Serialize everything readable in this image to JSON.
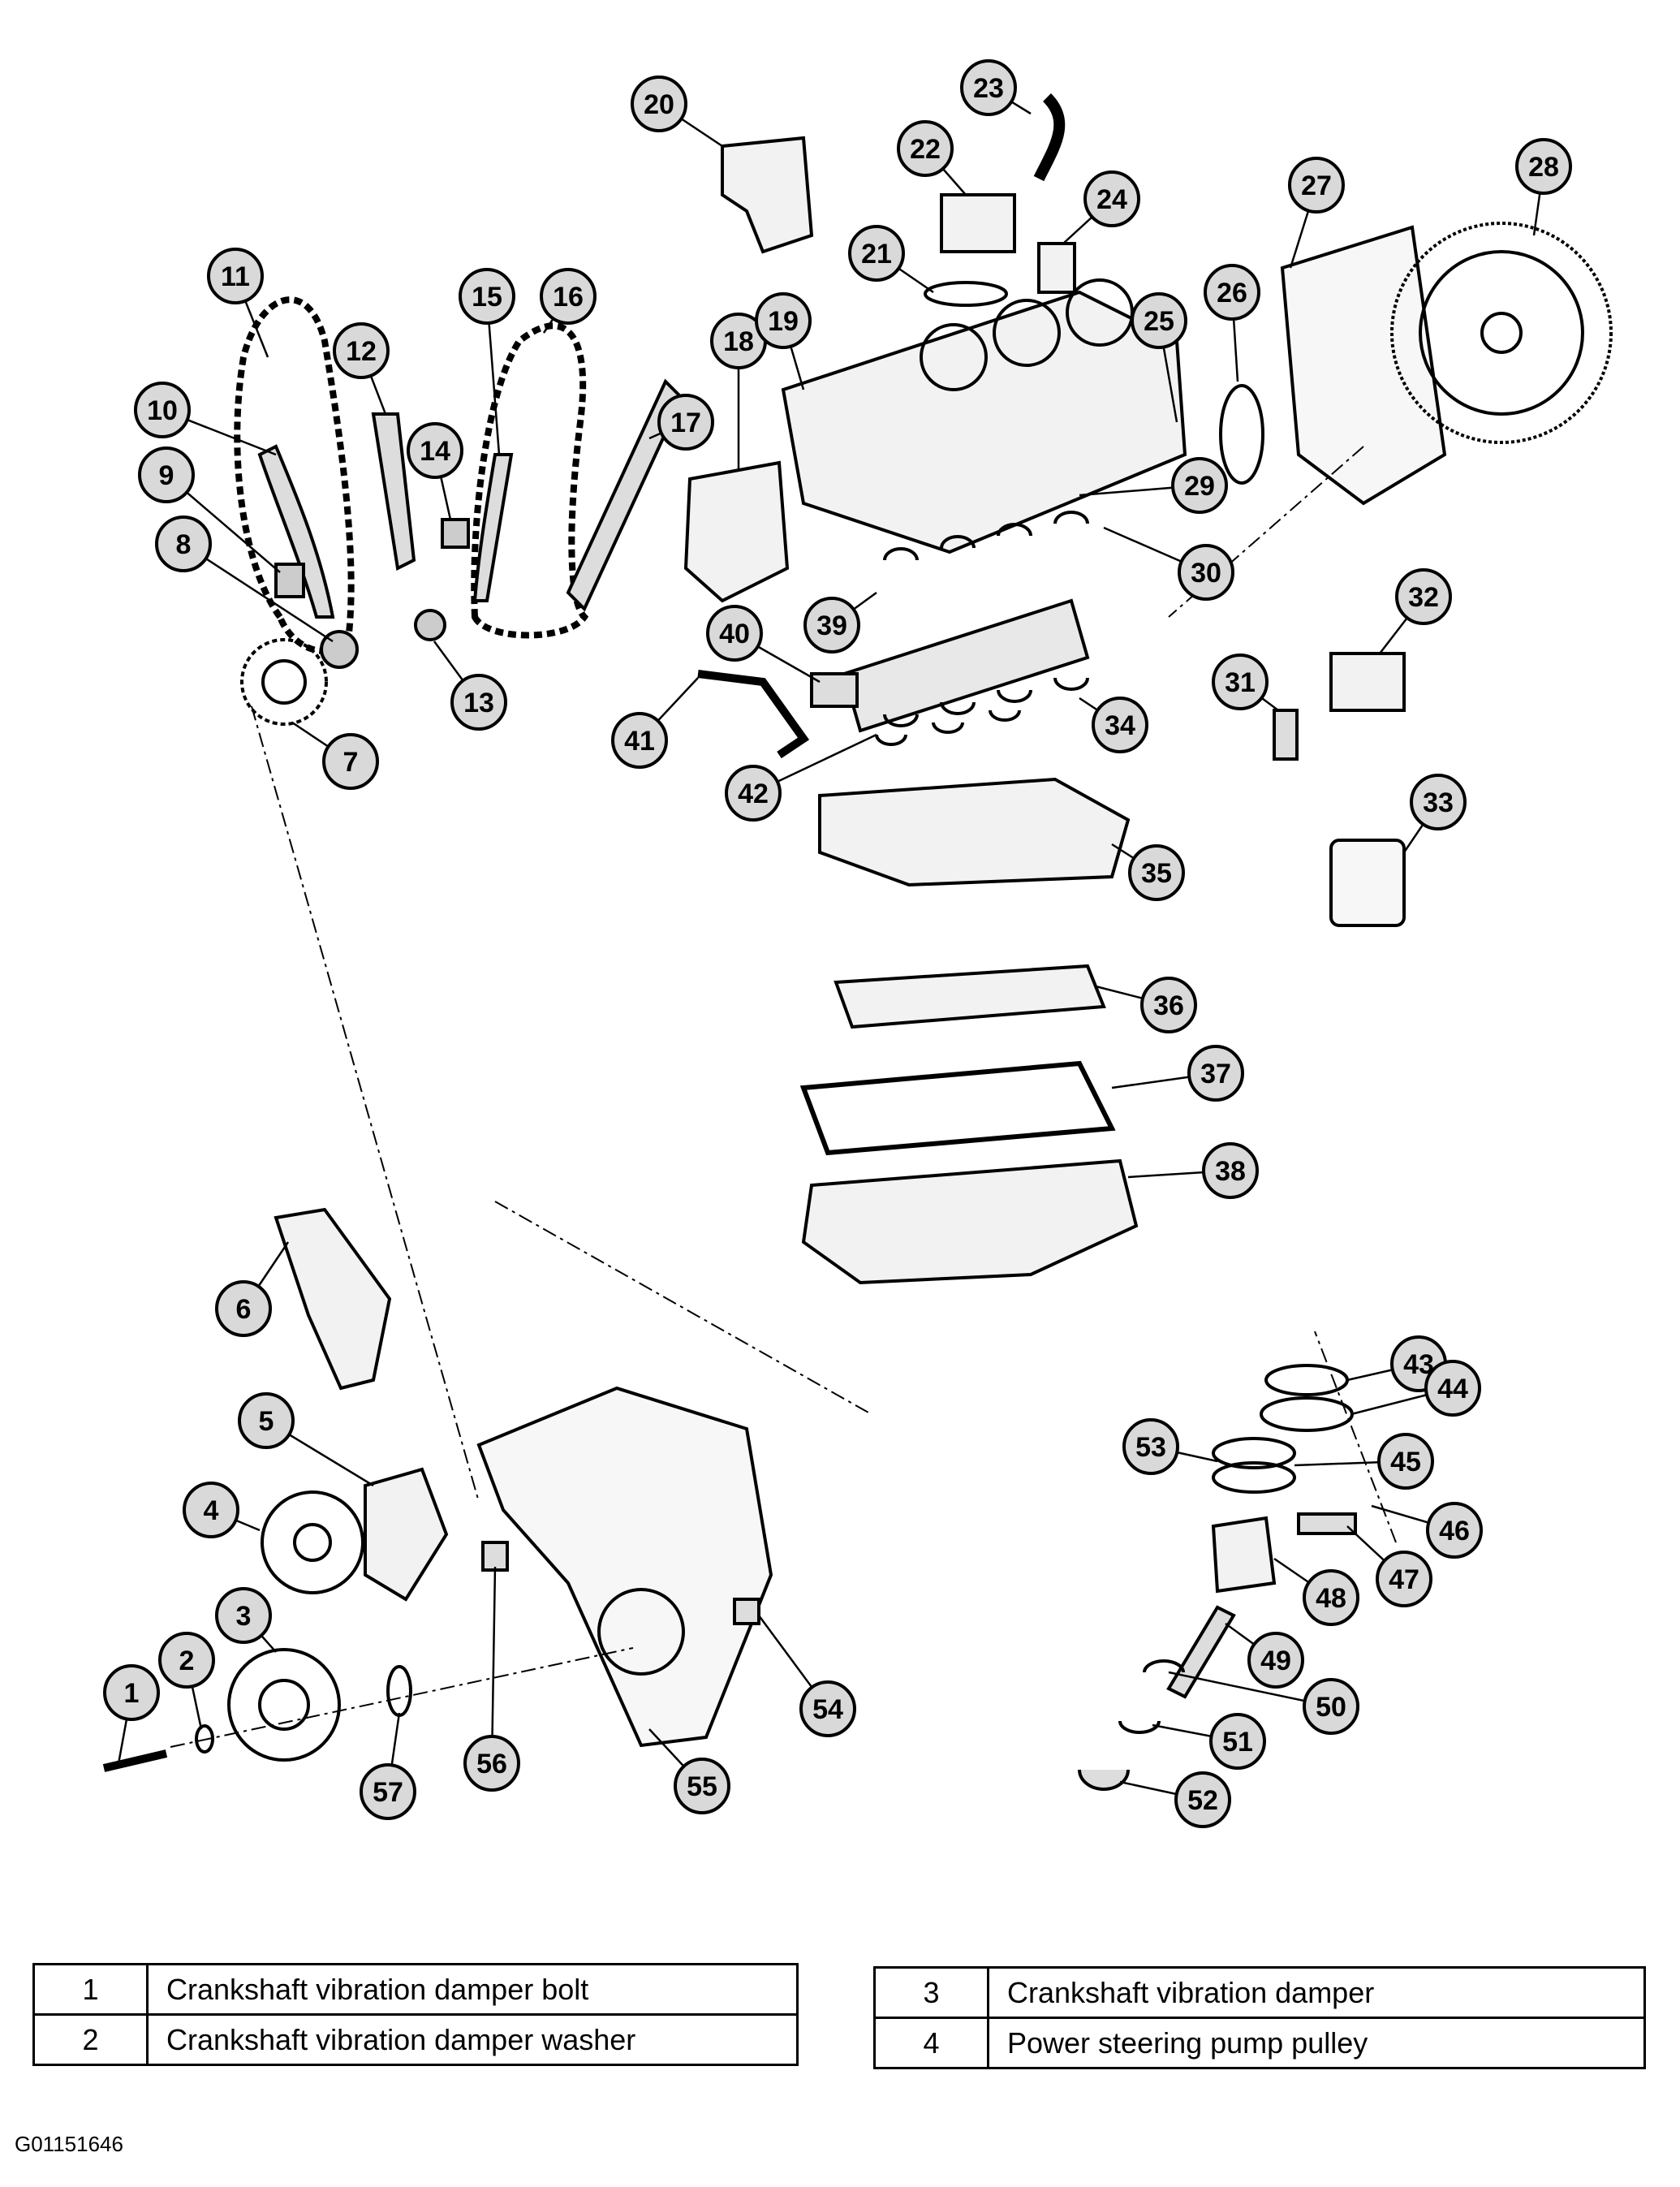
{
  "callouts": [
    "1",
    "2",
    "3",
    "4",
    "5",
    "6",
    "7",
    "8",
    "9",
    "10",
    "11",
    "12",
    "13",
    "14",
    "15",
    "16",
    "17",
    "18",
    "19",
    "20",
    "21",
    "22",
    "23",
    "24",
    "25",
    "26",
    "27",
    "28",
    "29",
    "30",
    "31",
    "32",
    "33",
    "34",
    "35",
    "36",
    "37",
    "38",
    "39",
    "40",
    "41",
    "42",
    "43",
    "44",
    "45",
    "46",
    "47",
    "48",
    "49",
    "50",
    "51",
    "52",
    "53",
    "54",
    "55",
    "56",
    "57"
  ],
  "legend": {
    "left": [
      {
        "num": "1",
        "label": "Crankshaft vibration damper bolt"
      },
      {
        "num": "2",
        "label": "Crankshaft vibration damper washer"
      }
    ],
    "right": [
      {
        "num": "3",
        "label": "Crankshaft vibration damper"
      },
      {
        "num": "4",
        "label": "Power steering pump pulley"
      }
    ]
  },
  "figure_id": "G01151646"
}
